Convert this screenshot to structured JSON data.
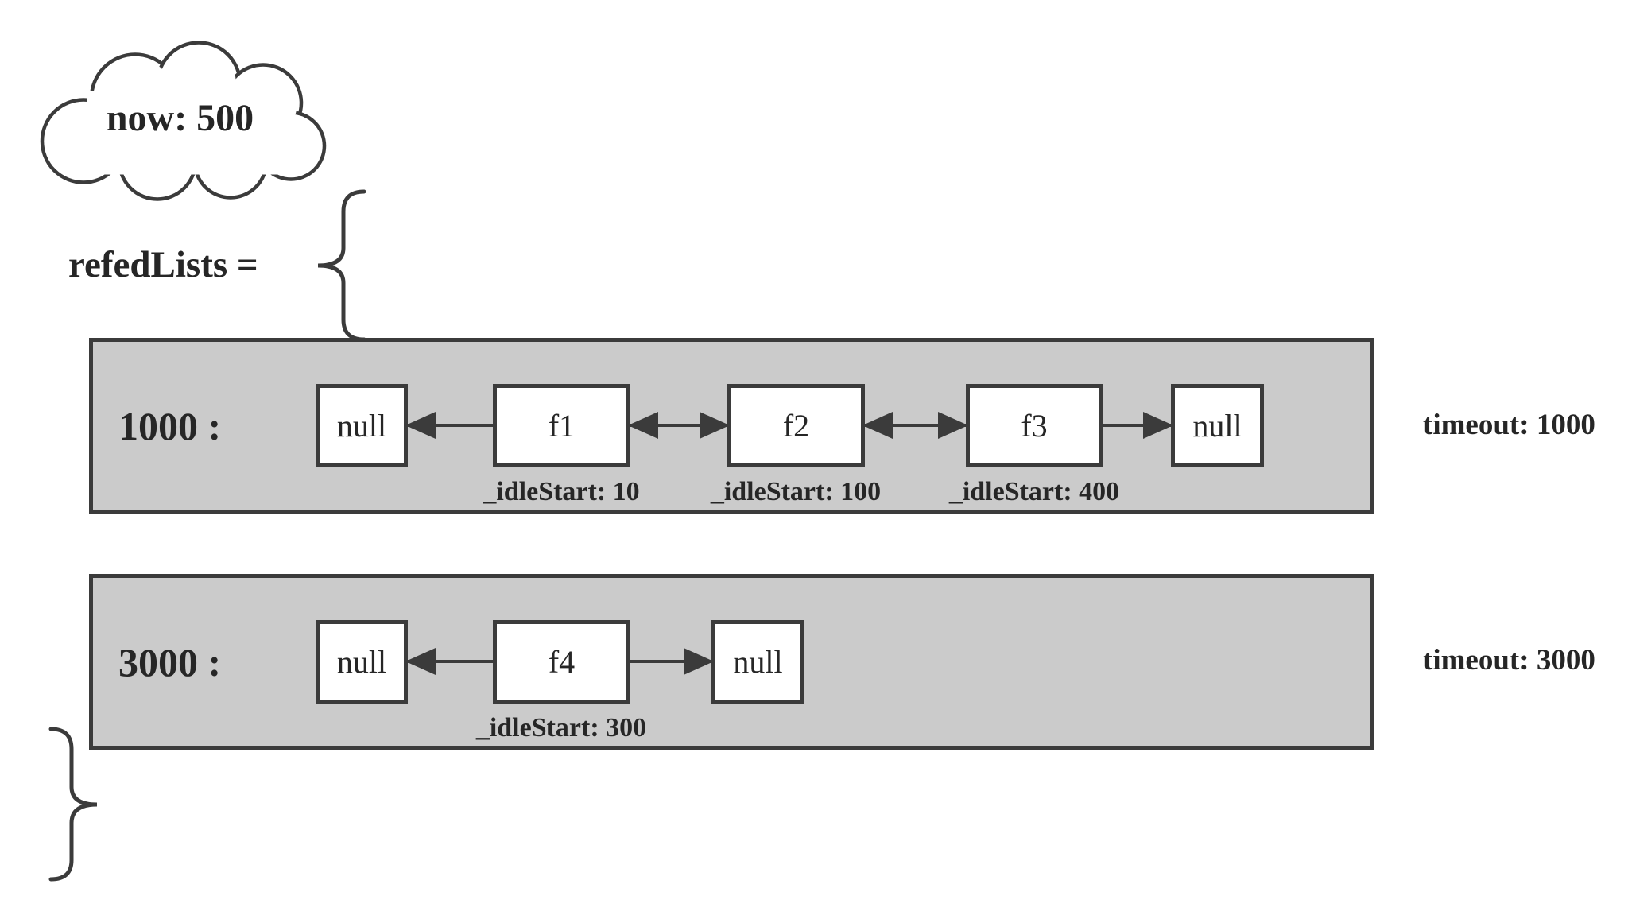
{
  "cloud": {
    "label": "now: 500"
  },
  "assignment_label": "refedLists =",
  "colors": {
    "container_fill": "#cbcbcb",
    "stroke": "#3b3b3b",
    "node_fill": "#ffffff",
    "text": "#262626"
  },
  "lists": [
    {
      "key_label": "1000 :",
      "timeout_label": "timeout: 1000",
      "nodes": [
        {
          "label": "null"
        },
        {
          "label": "f1",
          "idle_start": "_idleStart: 10"
        },
        {
          "label": "f2",
          "idle_start": "_idleStart: 100"
        },
        {
          "label": "f3",
          "idle_start": "_idleStart: 400"
        },
        {
          "label": "null"
        }
      ]
    },
    {
      "key_label": "3000 :",
      "timeout_label": "timeout: 3000",
      "nodes": [
        {
          "label": "null"
        },
        {
          "label": "f4",
          "idle_start": "_idleStart: 300"
        },
        {
          "label": "null"
        }
      ]
    }
  ]
}
